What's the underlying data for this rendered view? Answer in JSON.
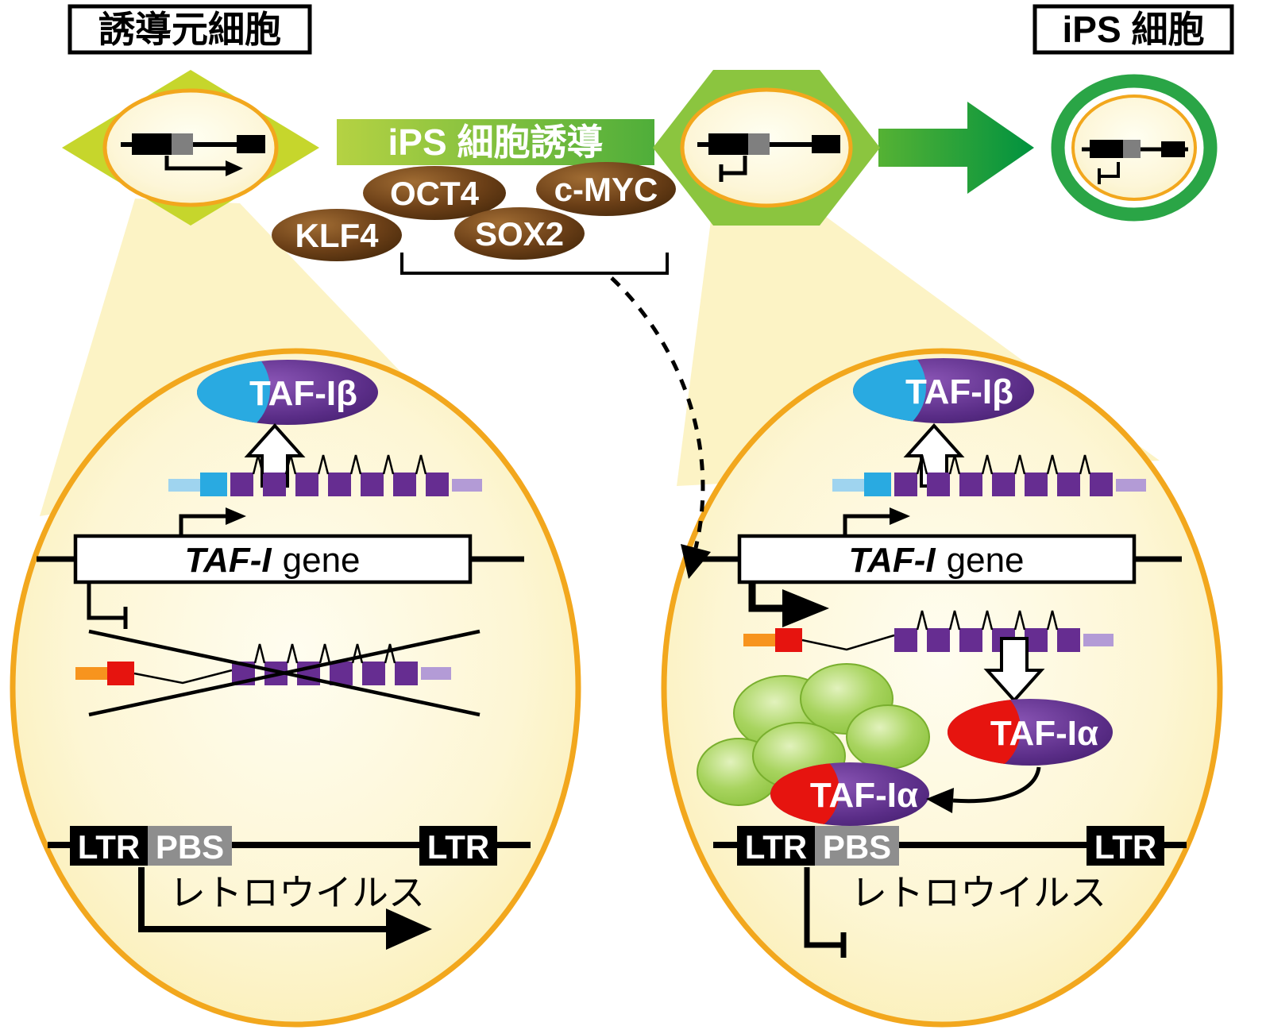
{
  "labels": {
    "source_cell": "誘導元細胞",
    "ips_cell": "iPS 細胞",
    "banner": "iPS 細胞誘導"
  },
  "factors": {
    "klf4": "KLF4",
    "oct4": "OCT4",
    "sox2": "SOX2",
    "cmyc": "c-MYC"
  },
  "left_cell": {
    "taf_ibeta": "TAF-Iβ",
    "gene_name": "TAF-I",
    "gene_word": "gene",
    "ltr_left": "LTR",
    "pbs": "PBS",
    "ltr_right": "LTR",
    "retrovirus": "レトロウイルス"
  },
  "right_cell": {
    "taf_ibeta": "TAF-Iβ",
    "gene_name": "TAF-I",
    "gene_word": "gene",
    "taf_ialpha_free": "TAF-Iα",
    "taf_ialpha_bound": "TAF-Iα",
    "ltr_left": "LTR",
    "pbs": "PBS",
    "ltr_right": "LTR",
    "retrovirus": "レトロウイルス"
  },
  "colors": {
    "diamond_green": "#c6d62c",
    "hexagon_green": "#8bc53f",
    "arrow_green": "#00923f",
    "ring_green": "#2aa546",
    "cell_border_orange": "#f2a71d",
    "cell_fill_yellow": "#fdf6d8",
    "beam_yellow": "#fcf3c5",
    "factor_brown": "#5a3413",
    "taf_purple": "#5a2d87",
    "taf_beta_blue": "#29aae1",
    "taf_alpha_red": "#e6140f",
    "exon_purple": "#662d91",
    "utr_blue": "#29aae1",
    "utr_light_blue": "#9fd4ef",
    "utr_light_purple": "#b39bd6",
    "alt_red": "#e6140f",
    "alt_orange": "#f7941e",
    "pbs_gray": "#8e8e8e",
    "ltr_black": "#000000",
    "complex_green": "#8cc53f"
  }
}
